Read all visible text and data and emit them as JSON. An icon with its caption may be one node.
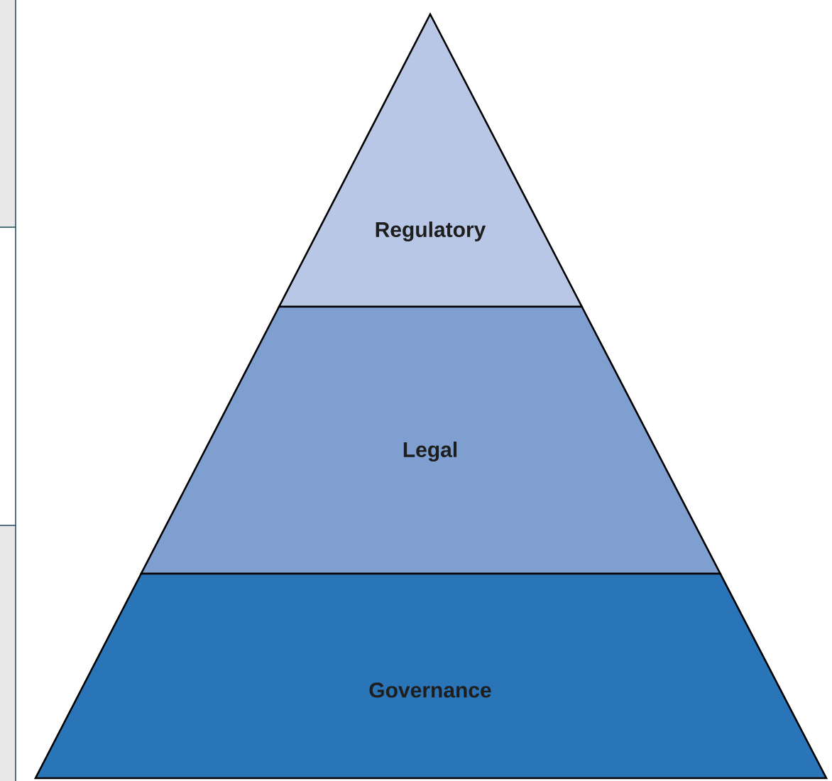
{
  "diagram": {
    "nodes": [
      {
        "text": [
          "Regulatory"
        ]
      },
      {
        "text": [
          "Legal"
        ]
      },
      {
        "text": [
          "Governance"
        ]
      }
    ]
  }
}
